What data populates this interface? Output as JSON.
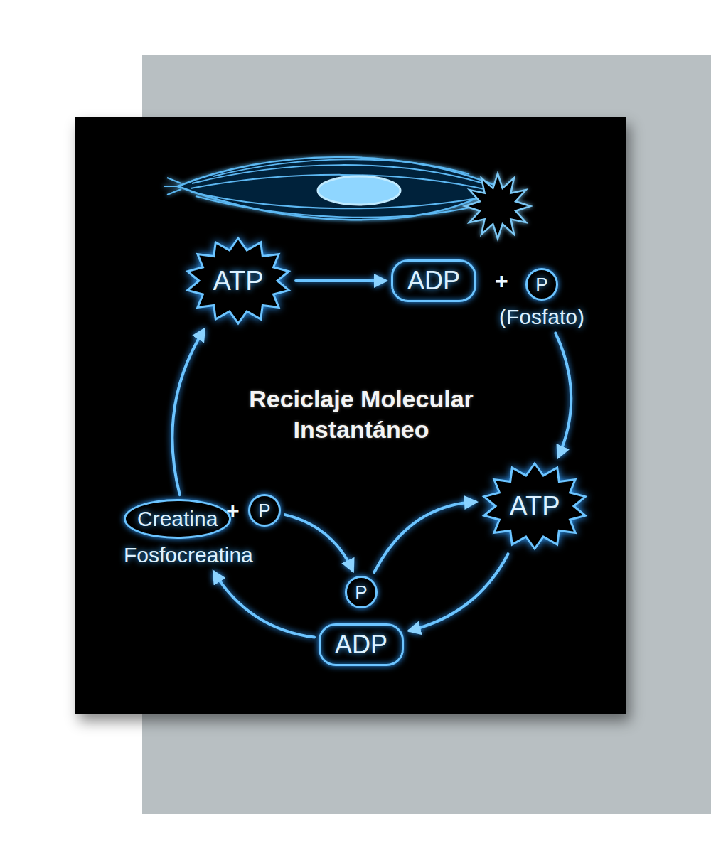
{
  "diagram": {
    "title": "Reciclaje Molecular Instantáneo",
    "nodes": [
      {
        "text": [
          "ATP"
        ]
      },
      {
        "text": [
          "ADP"
        ]
      },
      {
        "text": [
          "P",
          "(Fosfato)"
        ]
      },
      {
        "text": [
          "ATP"
        ]
      },
      {
        "text": [
          "Creatina",
          "Fosfocreatina"
        ]
      },
      {
        "text": [
          "P"
        ]
      },
      {
        "text": [
          "P"
        ]
      },
      {
        "text": [
          "ADP"
        ]
      }
    ],
    "edges": [
      {
        "from": 0,
        "to": 1,
        "arrow": "to"
      },
      {
        "from": 2,
        "to": 3,
        "arrow": "to"
      },
      {
        "from": 3,
        "to": 7,
        "arrow": "to"
      },
      {
        "from": 7,
        "to": 4,
        "arrow": "to"
      },
      {
        "from": 4,
        "to": 0,
        "arrow": "to"
      },
      {
        "from": 5,
        "to": 6,
        "arrow": "to"
      },
      {
        "from": 6,
        "to": 3,
        "arrow": "to"
      }
    ],
    "labels": [
      "+",
      "+"
    ]
  }
}
